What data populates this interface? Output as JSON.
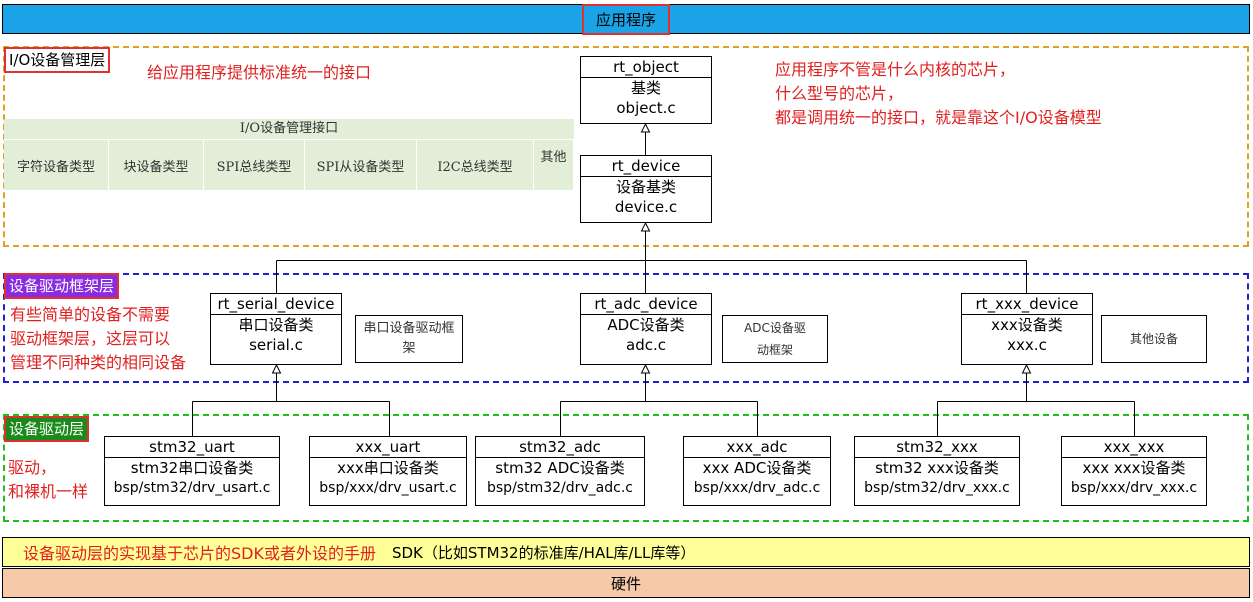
{
  "top_bar": {
    "label": "应用程序",
    "color": "#1aa3e6"
  },
  "bottom_bars": {
    "sdk_note": "设备驱动层的实现基于芯片的SDK或者外设的手册",
    "sdk_label": "SDK（比如STM32的标准库/HAL库/LL库等）",
    "sdk_color": "#ffff99",
    "hardware_label": "硬件",
    "hardware_color": "#f6c9a8"
  },
  "io_layer": {
    "tag": "I/O设备管理层",
    "desc": "给应用程序提供标准统一的接口",
    "note_lines": [
      "应用程序不管是什么内核的芯片，",
      "什么型号的芯片，",
      "都是调用统一的接口，就是靠这个I/O设备模型"
    ],
    "table": {
      "header": "I/O设备管理接口",
      "cells": [
        "字符设备类型",
        "块设备类型",
        "SPI总线类型",
        "SPI从设备类型",
        "I2C总线类型",
        "其他"
      ]
    },
    "rt_object": {
      "name": "rt_object",
      "line1": "基类",
      "line2": "object.c"
    },
    "rt_device": {
      "name": "rt_device",
      "line1": "设备基类",
      "line2": "device.c"
    }
  },
  "framework_layer": {
    "tag": "设备驱动框架层",
    "desc_lines": [
      "有些简单的设备不需要",
      "驱动框架层，这层可以",
      "管理不同种类的相同设备"
    ],
    "devices": [
      {
        "name": "rt_serial_device",
        "line1": "串口设备类",
        "line2": "serial.c",
        "note": "串口设备驱动框架"
      },
      {
        "name": "rt_adc_device",
        "line1": "ADC设备类",
        "line2": "adc.c",
        "note": "ADC设备驱动框架"
      },
      {
        "name": "rt_xxx_device",
        "line1": "xxx设备类",
        "line2": "xxx.c",
        "note": "其他设备"
      }
    ]
  },
  "driver_layer": {
    "tag": "设备驱动层",
    "desc_lines": [
      "驱动，",
      "和裸机一样"
    ],
    "drivers": [
      {
        "name": "stm32_uart",
        "line1": "stm32串口设备类",
        "line2": "bsp/stm32/drv_usart.c"
      },
      {
        "name": "xxx_uart",
        "line1": "xxx串口设备类",
        "line2": "bsp/xxx/drv_usart.c"
      },
      {
        "name": "stm32_adc",
        "line1": "stm32 ADC设备类",
        "line2": "bsp/stm32/drv_adc.c"
      },
      {
        "name": "xxx_adc",
        "line1": "xxx ADC设备类",
        "line2": "bsp/xxx/drv_adc.c"
      },
      {
        "name": "stm32_xxx",
        "line1": "stm32 xxx设备类",
        "line2": "bsp/stm32/drv_xxx.c"
      },
      {
        "name": "xxx_xxx",
        "line1": "xxx xxx设备类",
        "line2": "bsp/xxx/drv_xxx.c"
      }
    ]
  }
}
